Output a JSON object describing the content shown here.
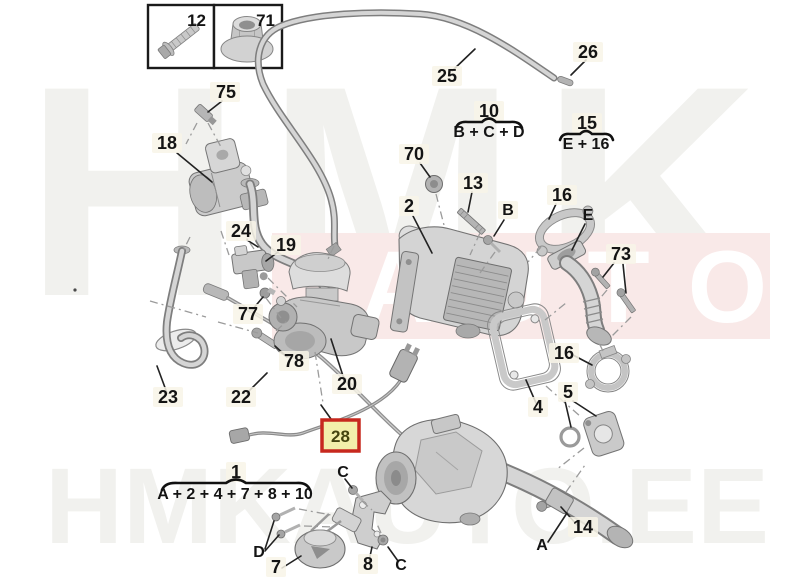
{
  "watermarks": {
    "top_text": "HMK",
    "band_text": "AUTO",
    "bottom_text": "HMKAUTO.EE",
    "band_color": "#f9e9e8",
    "gray_color": "#f1f1ee"
  },
  "inset": {
    "bolt_label": "12",
    "nut_label": "71"
  },
  "part_labels": {
    "p75": "75",
    "p18": "18",
    "p24": "24",
    "p19": "19",
    "p77": "77",
    "p23": "23",
    "p22": "22",
    "p78": "78",
    "p20": "20",
    "p25": "25",
    "p26": "26",
    "p70": "70",
    "p13": "13",
    "p2": "2",
    "pB": "B",
    "p16a": "16",
    "pE": "E",
    "p73": "73",
    "p16b": "16",
    "p4": "4",
    "p5": "5",
    "p14": "14",
    "pA": "A",
    "p8": "8",
    "pC1": "C",
    "pC2": "C",
    "p7": "7",
    "pD": "D"
  },
  "kits": [
    {
      "number": "10",
      "formula": "B + C + D"
    },
    {
      "number": "15",
      "formula": "E + 16"
    },
    {
      "number": "1",
      "formula": "A + 2 + 4 + 7 + 8 + 10"
    }
  ],
  "selected_part": {
    "label": "28",
    "fill": "#f3efab",
    "border": "#c7281e",
    "text_color": "#454510"
  }
}
